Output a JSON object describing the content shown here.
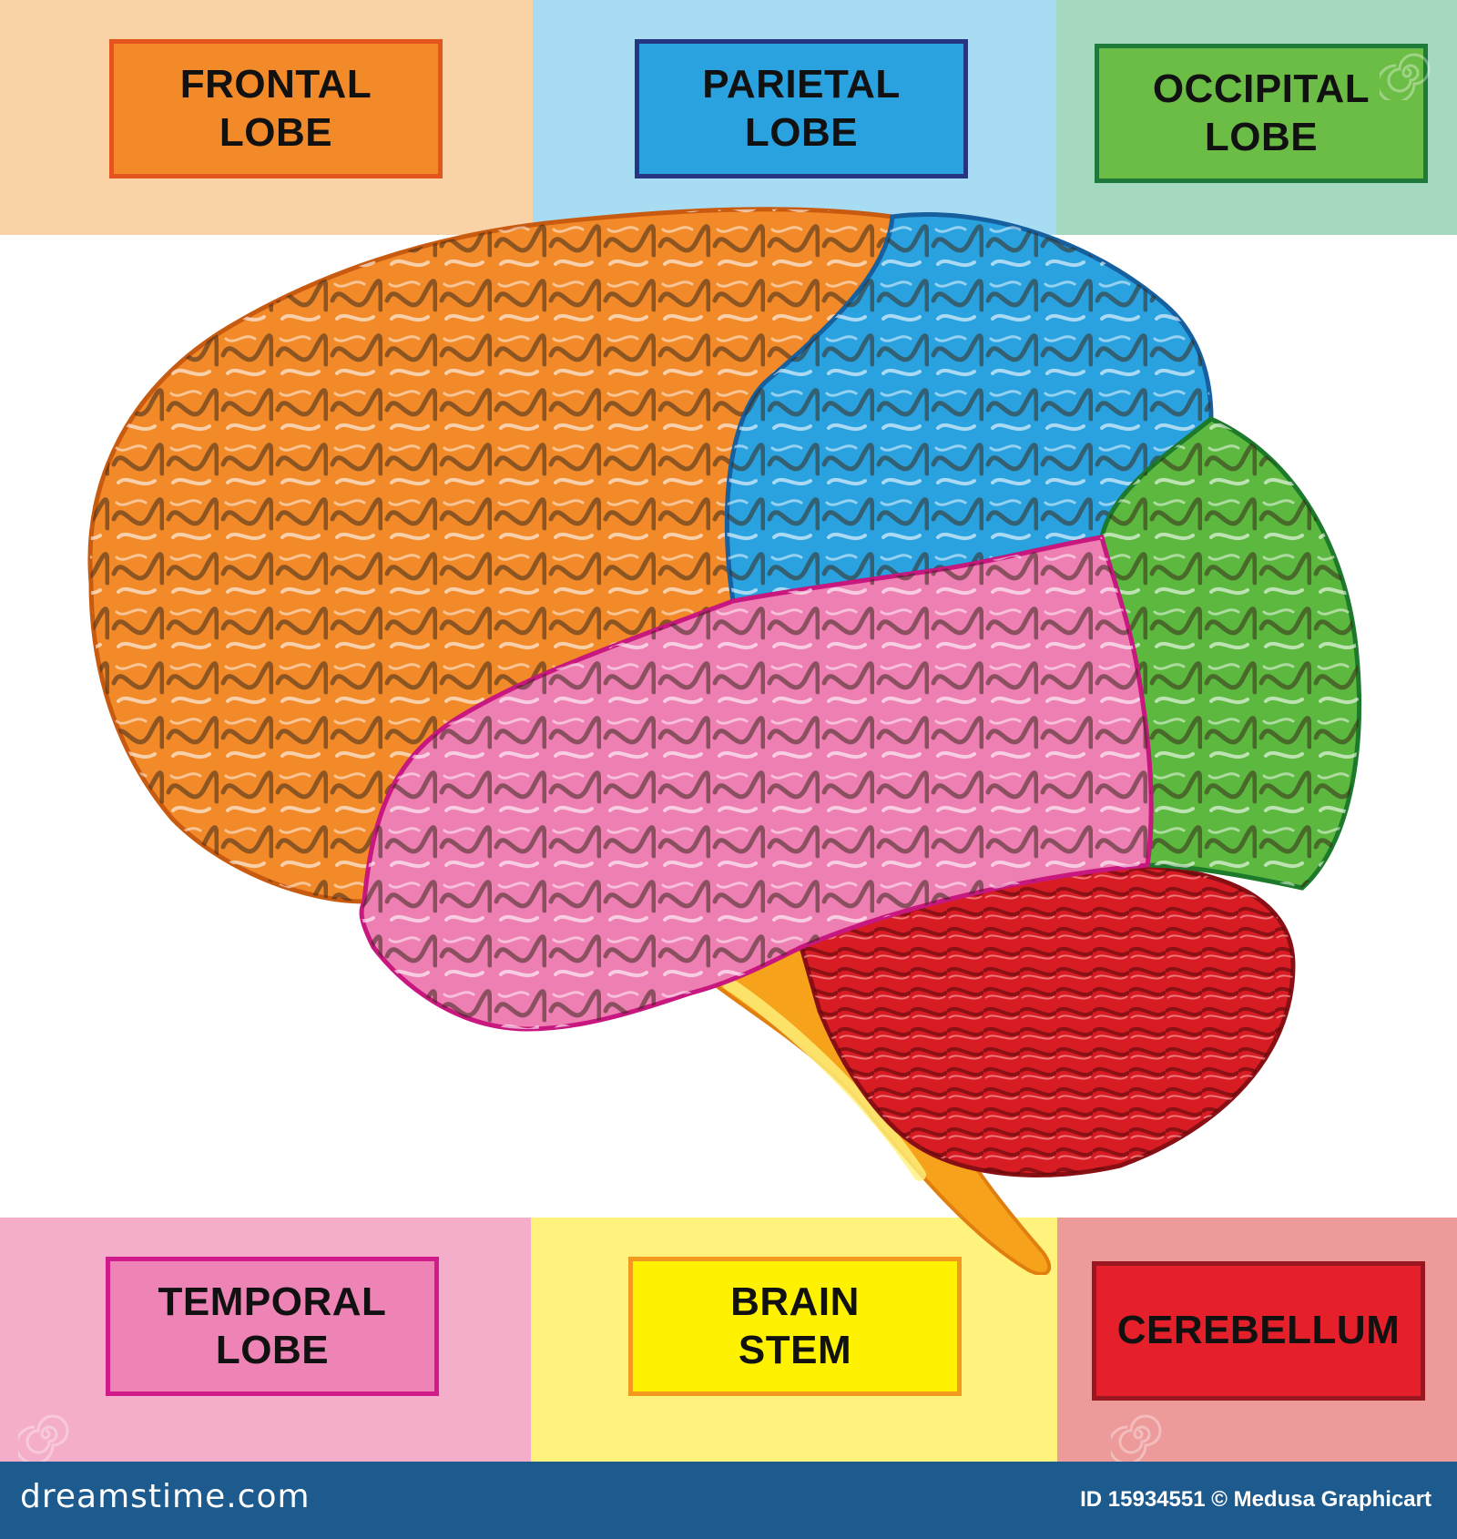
{
  "labels": {
    "frontal": {
      "line1": "FRONTAL",
      "line2": "LOBE",
      "color": "#f28a2a",
      "border": "#e6541e",
      "panel": "#f9d3a6"
    },
    "parietal": {
      "line1": "PARIETAL",
      "line2": "LOBE",
      "color": "#2aa2e0",
      "border": "#25357f",
      "panel": "#a8dcf3"
    },
    "occipital": {
      "line1": "OCCIPITAL",
      "line2": "LOBE",
      "color": "#6cbd45",
      "border": "#1d7a3a",
      "panel": "#a5d9bf"
    },
    "temporal": {
      "line1": "TEMPORAL",
      "line2": "LOBE",
      "color": "#ee83b6",
      "border": "#d21b8a",
      "panel": "#f4aec9"
    },
    "brainstem": {
      "line1": "BRAIN",
      "line2": "STEM",
      "color": "#fff200",
      "border": "#f39a1e",
      "panel": "#fff27d"
    },
    "cerebellum": {
      "line1": "CEREBELLUM",
      "line2": "",
      "color": "#e6202a",
      "border": "#9a1620",
      "panel": "#ed9a9a"
    }
  },
  "footer": {
    "site": "dreamstime.com",
    "credit": "ID 15934551 © Medusa Graphicart"
  }
}
